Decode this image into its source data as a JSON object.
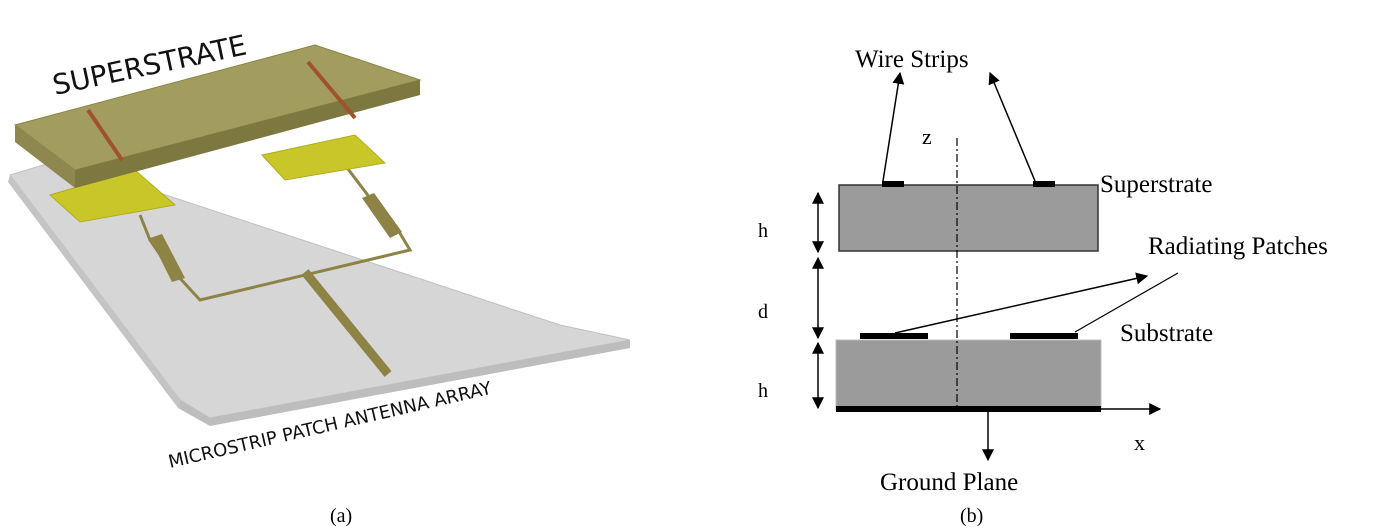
{
  "panel_a": {
    "superstrate_label": "SUPERSTRATE",
    "array_label": "MICROSTRIP PATCH ANTENNA ARRAY",
    "caption": "(a)"
  },
  "panel_b": {
    "wire_strips_label": "Wire Strips",
    "z_label": "z",
    "superstrate_label": "Superstrate",
    "radiating_patches_label": "Radiating Patches",
    "substrate_label": "Substrate",
    "h_top_label": "h",
    "d_label": "d",
    "h_bottom_label": "h",
    "x_label": "x",
    "ground_plane_label": "Ground Plane",
    "caption": "(b)"
  },
  "colors": {
    "superstrate_top": "#a39c5f",
    "superstrate_side": "#7d7740",
    "board": "#d9d9d9",
    "patch": "#c9c62a",
    "feed": "#8c8345",
    "wire_strip": "#a0522d",
    "slab_gray": "#9b9b9b"
  }
}
